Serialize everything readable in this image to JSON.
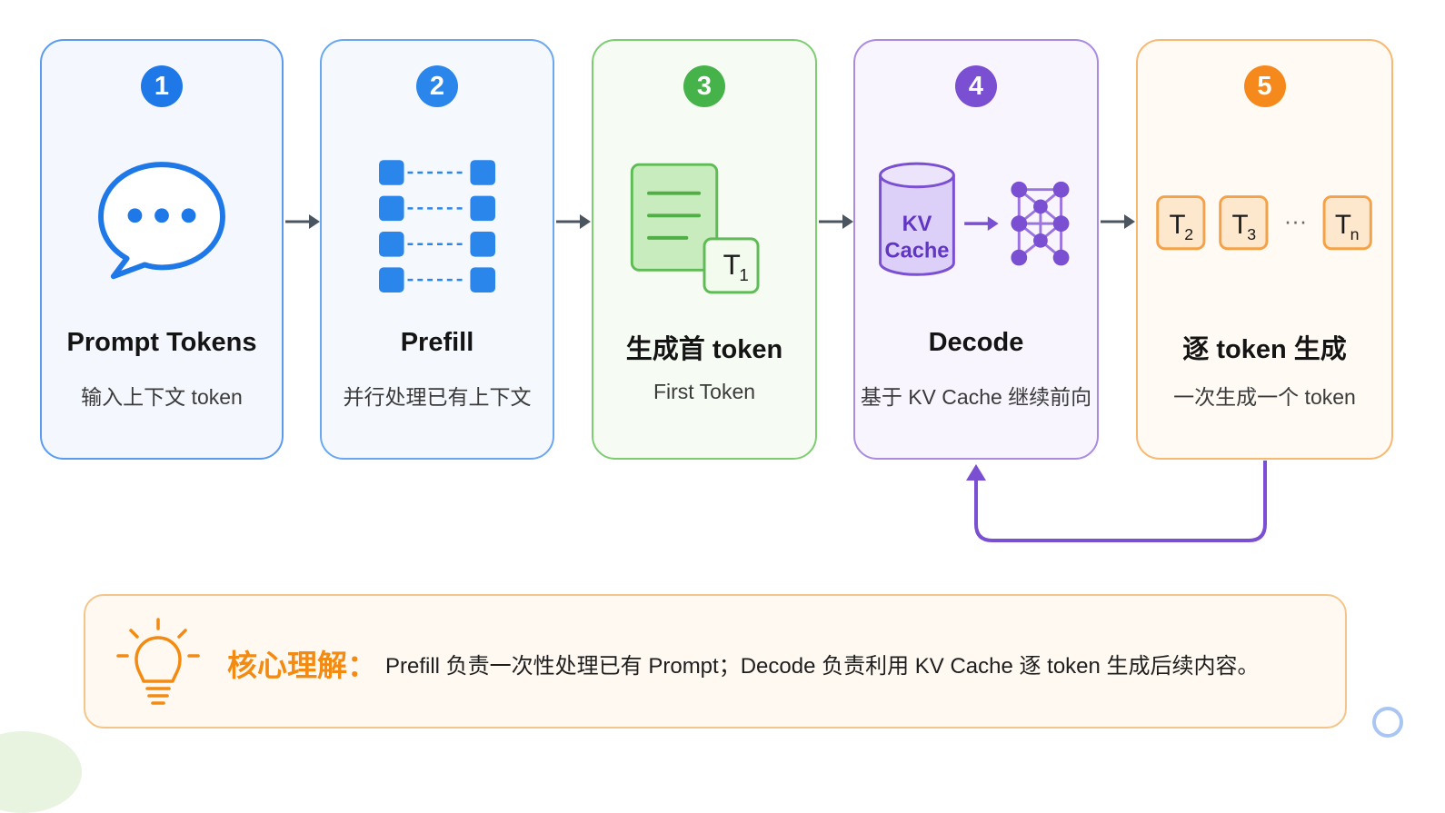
{
  "colors": {
    "blue": "#1f78e8",
    "green": "#46b24a",
    "purple": "#7a4fd1",
    "orange": "#f5891b",
    "arrow": "#4a5560"
  },
  "steps": [
    {
      "number": "1",
      "title": "Prompt Tokens",
      "subtitle": "输入上下文 token",
      "icon": "chat-bubble-icon"
    },
    {
      "number": "2",
      "title": "Prefill",
      "subtitle": "并行处理已有上下文",
      "icon": "parallel-blocks-icon"
    },
    {
      "number": "3",
      "title": "生成首 token",
      "subtitle": "First Token",
      "icon": "document-token-icon",
      "token_label": "T",
      "token_sub": "1"
    },
    {
      "number": "4",
      "title": "Decode",
      "subtitle": "基于 KV Cache 继续前向",
      "icon": "kv-cache-network-icon",
      "cache_line1": "KV",
      "cache_line2": "Cache"
    },
    {
      "number": "5",
      "title": "逐 token 生成",
      "subtitle": "一次生成一个 token",
      "icon": "token-sequence-icon",
      "tokens": [
        {
          "label": "T",
          "sub": "2"
        },
        {
          "label": "T",
          "sub": "3"
        },
        {
          "label": "T",
          "sub": "n"
        }
      ],
      "ellipsis": "···"
    }
  ],
  "callout": {
    "label": "核心理解：",
    "text": "Prefill 负责一次性处理已有 Prompt；Decode 负责利用 KV Cache 逐 token 生成后续内容。"
  }
}
